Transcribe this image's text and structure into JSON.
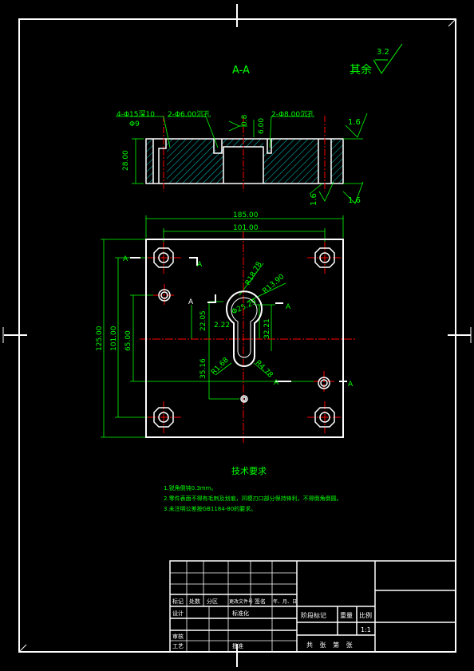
{
  "section_view": {
    "title": "A-A",
    "surface_roughness_rest": {
      "label": "其余",
      "value": "3.2"
    },
    "callouts": {
      "counterbore": "4-Φ15深10",
      "through_hole": "Φ9",
      "pin_holes_left": "2-Φ6.00沉孔",
      "pin_holes_right": "2-Φ8.00沉孔",
      "depth_6": "6.00",
      "roughness_08": "0.8",
      "roughness_top": "1.6",
      "roughness_bottom_left": "1.6",
      "roughness_bottom_right": "1.6",
      "thickness": "28.00"
    }
  },
  "plan_view": {
    "overall_width": "185.00",
    "hole_spacing_x": "101.00",
    "overall_height": "125.00",
    "hole_spacing_y": "101.00",
    "center_offset": "65.00",
    "cavity_width_half": "22.05",
    "cavity_offset": "2.22",
    "cavity_depth": "32.21",
    "cavity_lower": "35.16",
    "radius_large": "R18.78",
    "radius_middle": "R13.90",
    "dia_cavity": "Φ25.29",
    "radius_small_left": "R1.68",
    "radius_small_right": "R4.78",
    "section_marker": "A"
  },
  "technical_requirements": {
    "title": "技术要求",
    "items": [
      "1.锐角倒钝0.3mm。",
      "2.零件表面不得有毛刺及划痕，凹模刃口部分保持锋利，不得倒角倒圆。",
      "3.未注明公差按GB1184-80的要求。"
    ]
  },
  "title_block": {
    "header_row": [
      "标记",
      "处数",
      "分区",
      "更改文件号",
      "签名",
      "年、月、日"
    ],
    "row_labels": [
      "设计",
      "标准化"
    ],
    "review": "审核",
    "process": "工艺",
    "approve": "批准",
    "stage_label": "阶段标记",
    "weight_label": "重量",
    "scale_label": "比例",
    "scale_value": "1:1",
    "sheets_label": "共 张 第 张"
  },
  "colors": {
    "outline": "#ffffff",
    "dimension": "#00ff00",
    "centerline": "#ff0000",
    "hatch": "#00ffff",
    "annotation": "#ffff00"
  }
}
